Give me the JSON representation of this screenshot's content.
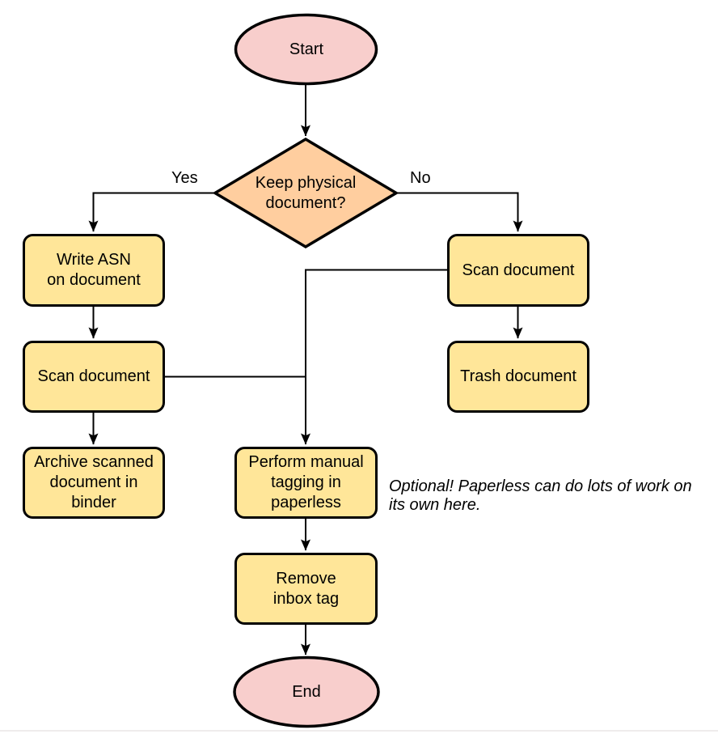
{
  "nodes": {
    "start": {
      "label": "Start"
    },
    "decision": {
      "label": "Keep physical\ndocument?"
    },
    "write_asn": {
      "label": "Write ASN\non document"
    },
    "scan_left": {
      "label": "Scan document"
    },
    "archive_binder": {
      "label": "Archive scanned\ndocument in\nbinder"
    },
    "scan_right": {
      "label": "Scan document"
    },
    "trash": {
      "label": "Trash document"
    },
    "manual_tagging": {
      "label": "Perform manual\ntagging in\npaperless"
    },
    "remove_inbox_tag": {
      "label": "Remove\ninbox tag"
    },
    "end": {
      "label": "End"
    }
  },
  "edge_labels": {
    "yes": "Yes",
    "no": "No"
  },
  "annotation": "Optional! Paperless can do lots of work on\nits own here.",
  "colors": {
    "terminator_fill": "#f8cecc",
    "decision_fill": "#ffce9f",
    "process_fill": "#ffe699",
    "stroke": "#000000",
    "background": "#ffffff"
  }
}
